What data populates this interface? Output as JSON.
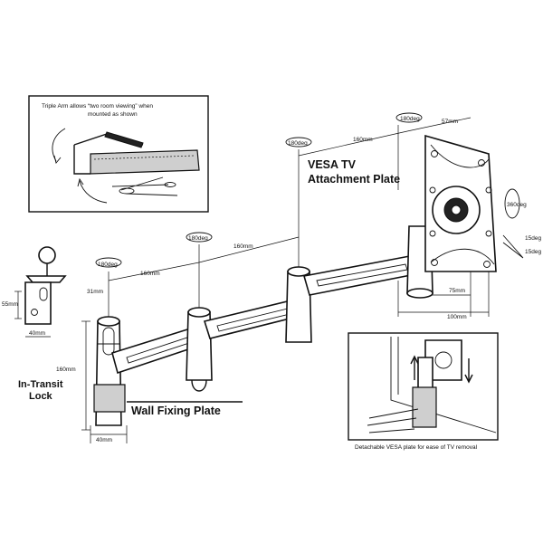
{
  "inset_top": {
    "caption_line1": "Triple Arm allows “two room viewing” when",
    "caption_line2": "mounted as shown"
  },
  "labels": {
    "vesa_line1": "VESA TV",
    "vesa_line2": "Attachment Plate",
    "wall_plate": "Wall Fixing Plate",
    "in_transit_line1": "In-Transit",
    "in_transit_line2": "Lock",
    "detachable": "Detachable VESA plate for ease of TV removal"
  },
  "rotations": {
    "r1": "180deg",
    "r2": "180deg",
    "r3": "180deg",
    "r4": "180deg",
    "r5": "360deg",
    "tilt_a": "15deg",
    "tilt_b": "15deg"
  },
  "dimensions": {
    "d57": "57mm",
    "d160_top": "160mm",
    "d160_mid": "160mm",
    "d160_low": "160mm",
    "d160_vert": "160mm",
    "d31": "31mm",
    "d55": "55mm",
    "d40_lock": "40mm",
    "d40_base": "40mm",
    "d75": "75mm",
    "d100": "100mm"
  }
}
